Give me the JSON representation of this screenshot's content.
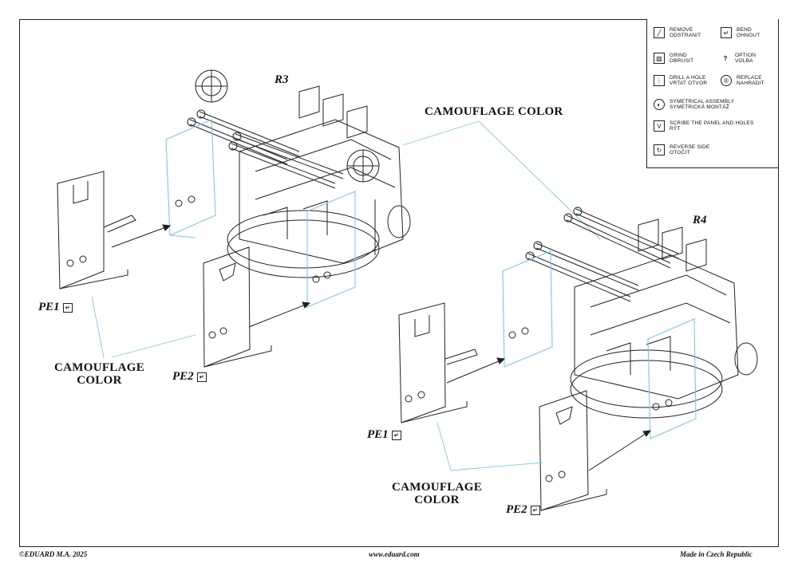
{
  "legend": {
    "items": [
      {
        "icon": "knife-icon",
        "lines": [
          "REMOVE",
          "ODSTRANIT"
        ]
      },
      {
        "icon": "bend-icon",
        "lines": [
          "BEND",
          "OHNOUT"
        ]
      },
      {
        "icon": "grind-icon",
        "lines": [
          "GRIND",
          "OBRUSIT"
        ]
      },
      {
        "icon": "question-icon",
        "lines": [
          "OPTION",
          "VOLBA"
        ]
      },
      {
        "icon": "drill-icon",
        "lines": [
          "DRILL A HOLE",
          "VRTAT OTVOR"
        ]
      },
      {
        "icon": "replace-icon",
        "lines": [
          "REPLACE",
          "NAHRADIT"
        ]
      },
      {
        "icon": "symmetry-icon",
        "lines": [
          "SYMETRICAL ASSEMBLY",
          "SYMETRICKÁ MONTÁŽ"
        ]
      },
      {
        "icon": "scribe-icon",
        "lines": [
          "SCRIBE THE PANEL AND HOLES",
          "RÝT"
        ]
      },
      {
        "icon": "reverse-icon",
        "lines": [
          "REVERSE SIDE",
          "OTOČIT"
        ]
      }
    ]
  },
  "steps": {
    "left_title": "R3",
    "right_title": "R4"
  },
  "labels": {
    "camo_top": "CAMOUFLAGE COLOR",
    "camo_left_1": "CAMOUFLAGE",
    "camo_left_2": "COLOR",
    "camo_right_1": "CAMOUFLAGE",
    "camo_right_2": "COLOR",
    "pe1": "PE1",
    "pe2": "PE2",
    "check_mark": "↵"
  },
  "footer": {
    "copyright": "©EDUARD  M.A. 2025",
    "website": "www.eduard.com",
    "origin": "Made in Czech Republic"
  },
  "colors": {
    "line": "#222222",
    "highlight": "#7ec8e3",
    "paper": "#ffffff"
  }
}
